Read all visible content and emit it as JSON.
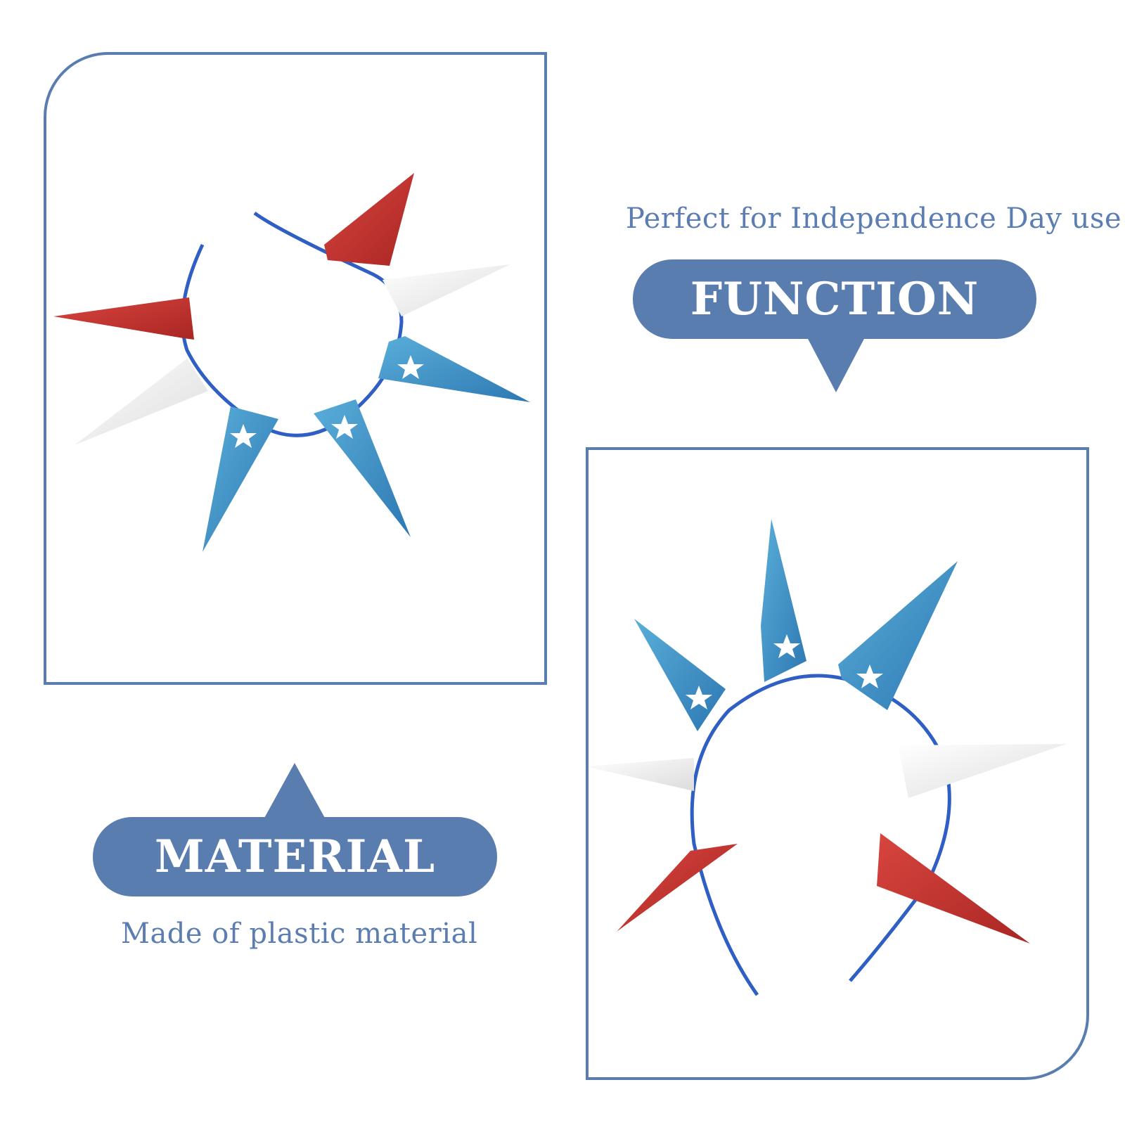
{
  "function_section": {
    "caption": "Perfect for Independence Day use",
    "heading": "FUNCTION"
  },
  "material_section": {
    "heading": "MATERIAL",
    "caption": "Made of plastic material"
  },
  "colors": {
    "accent_blue": "#5a7db0",
    "flag_red": "#c8342f",
    "flag_blue": "#3f93c8",
    "flag_white": "#f3f3f3",
    "band_blue": "#2f5fc4"
  },
  "images": {
    "top_left": "headband-flat-view",
    "bottom_right": "headband-front-view"
  }
}
